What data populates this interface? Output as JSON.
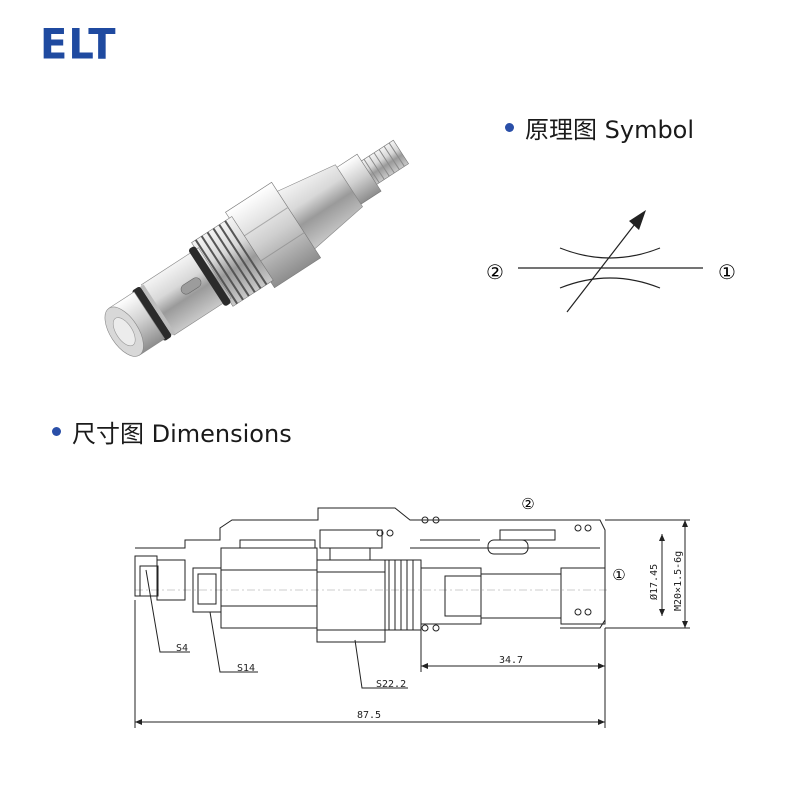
{
  "brand": {
    "logo_text": "ELT"
  },
  "symbol_section": {
    "heading": "原理图 Symbol",
    "port_left": "②",
    "port_right": "①"
  },
  "dimensions_section": {
    "heading": "尺寸图 Dimensions",
    "port_top": "②",
    "port_right": "①",
    "labels": {
      "s4": "S4",
      "s14": "S14",
      "s22": "S22.2",
      "len_body": "34.7",
      "len_total": "87.5",
      "dia": "Ø17.45",
      "thread": "M20×1.5-6g"
    }
  },
  "colors": {
    "brand_blue": "#1f4aa0",
    "bullet": "#2a4fa8"
  },
  "icons": {
    "bullet": "blue-dot"
  }
}
